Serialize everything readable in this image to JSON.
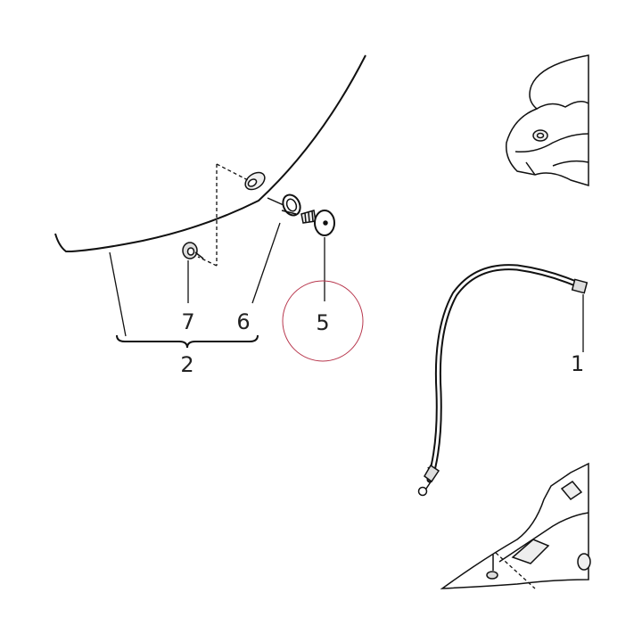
{
  "callouts": {
    "part_2": "2",
    "part_5": "5",
    "part_6": "6",
    "part_7": "7",
    "part_11_partial": "1"
  },
  "colors": {
    "line": "#111111",
    "label": "#222222",
    "highlight_circle": "#b8384e",
    "fill_light": "#eeeeee",
    "fill_mid": "#d9d9d9"
  }
}
